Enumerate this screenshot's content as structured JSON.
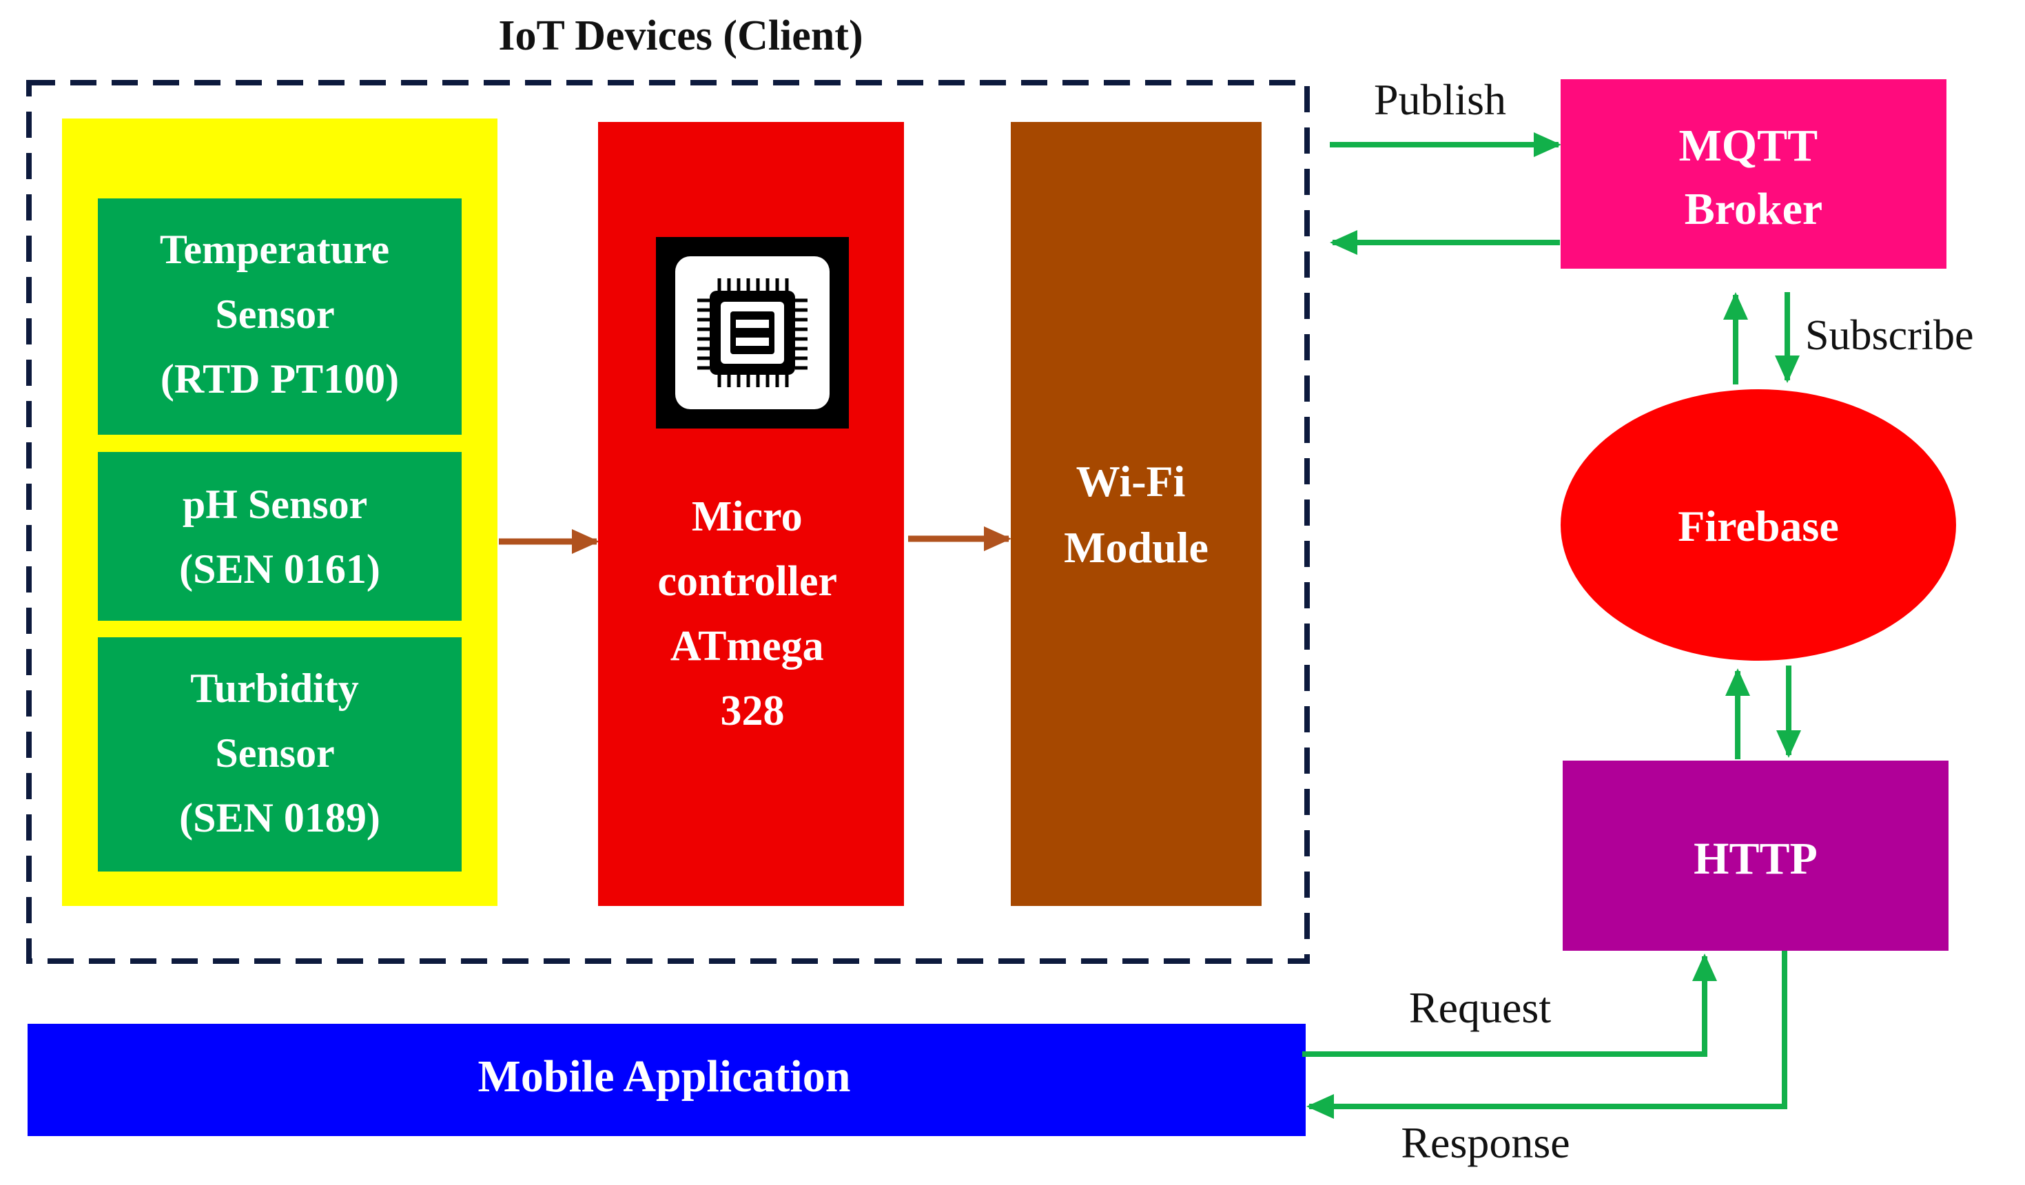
{
  "client_group": {
    "title": "IoT Devices (Client)"
  },
  "sensors": [
    {
      "lines": [
        "Temperature",
        "Sensor",
        "(RTD PT100)"
      ]
    },
    {
      "lines": [
        "pH Sensor",
        "(SEN 0161)"
      ]
    },
    {
      "lines": [
        "Turbidity",
        "Sensor",
        "(SEN 0189)"
      ]
    }
  ],
  "microcontroller": {
    "lines": [
      "Micro",
      "controller",
      "ATmega",
      "328"
    ],
    "icon": "microchip-icon"
  },
  "wifi": {
    "lines": [
      "Wi-Fi",
      "Module"
    ]
  },
  "mqtt": {
    "lines": [
      "MQTT",
      "Broker"
    ]
  },
  "firebase": {
    "label": "Firebase"
  },
  "http": {
    "label": "HTTP"
  },
  "mobile": {
    "label": "Mobile Application"
  },
  "edges": {
    "publish": "Publish",
    "subscribe": "Subscribe",
    "request": "Request",
    "response": "Response"
  },
  "colors": {
    "sensor_panel": "#ffff00",
    "sensor_box": "#00a651",
    "microcontroller": "#ee0000",
    "wifi": "#a64800",
    "mqtt": "#ff0b7d",
    "firebase": "#ff0000",
    "http": "#b00098",
    "mobile": "#0000ff",
    "arrow_green": "#12b04a",
    "arrow_brown": "#b0521e",
    "dash_border": "#0d1a3d"
  }
}
